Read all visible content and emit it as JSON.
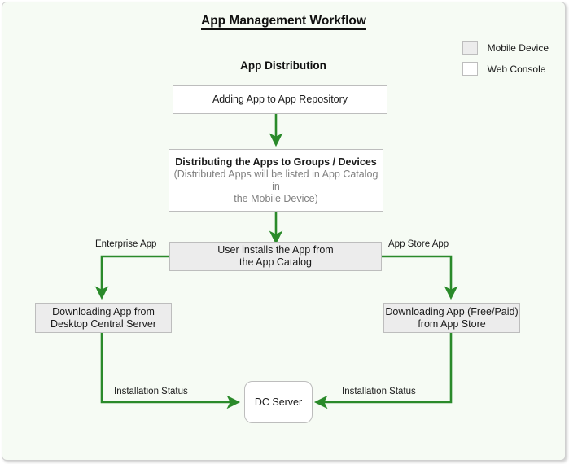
{
  "diagram": {
    "title": "App Management Workflow",
    "subtitle": "App Distribution",
    "accent_color": "#2a8a2a",
    "mobile_fill": "#ececec",
    "web_fill": "#ffffff",
    "canvas_bg": "#f6fbf4"
  },
  "legend": {
    "items": [
      {
        "label": "Mobile Device",
        "swatch": "#ececec",
        "icon": "filled-square-icon"
      },
      {
        "label": "Web Console",
        "swatch": "#ffffff",
        "icon": "empty-square-icon"
      }
    ]
  },
  "nodes": {
    "adding_app": {
      "text": "Adding App to App Repository",
      "type": "web"
    },
    "distributing": {
      "line1": "Distributing the Apps to Groups / Devices",
      "line2": "(Distributed Apps will be listed in App Catalog in",
      "line3": "the Mobile Device)",
      "type": "web"
    },
    "user_installs": {
      "line1": "User installs the App from",
      "line2": "the App Catalog",
      "type": "mobile"
    },
    "download_dc": {
      "line1": "Downloading App from",
      "line2": "Desktop Central Server",
      "type": "mobile"
    },
    "download_store": {
      "line1": "Downloading App (Free/Paid)",
      "line2": "from App Store",
      "type": "mobile"
    },
    "dc_server": {
      "text": "DC Server",
      "type": "round"
    }
  },
  "edge_labels": {
    "enterprise_app": "Enterprise App",
    "app_store_app": "App Store App",
    "install_status_left": "Installation Status",
    "install_status_right": "Installation Status"
  }
}
